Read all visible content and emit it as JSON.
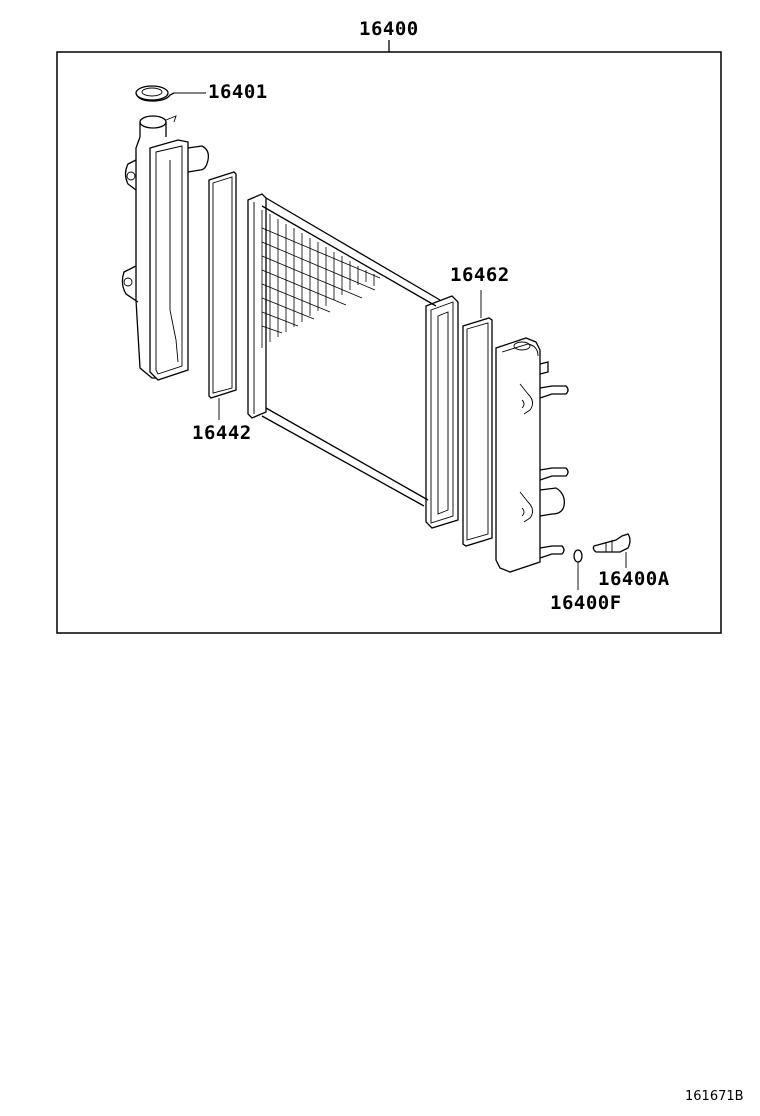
{
  "diagram": {
    "assembly_label": "16400",
    "parts": [
      {
        "id": "cap",
        "label": "16401"
      },
      {
        "id": "gasket-left",
        "label": "16442"
      },
      {
        "id": "gasket-right",
        "label": "16462"
      },
      {
        "id": "drain-cock-plug",
        "label": "16400A"
      },
      {
        "id": "o-ring",
        "label": "16400F"
      }
    ],
    "figure_code": "161671B",
    "colors": {
      "line": "#000000",
      "background": "#ffffff"
    }
  }
}
